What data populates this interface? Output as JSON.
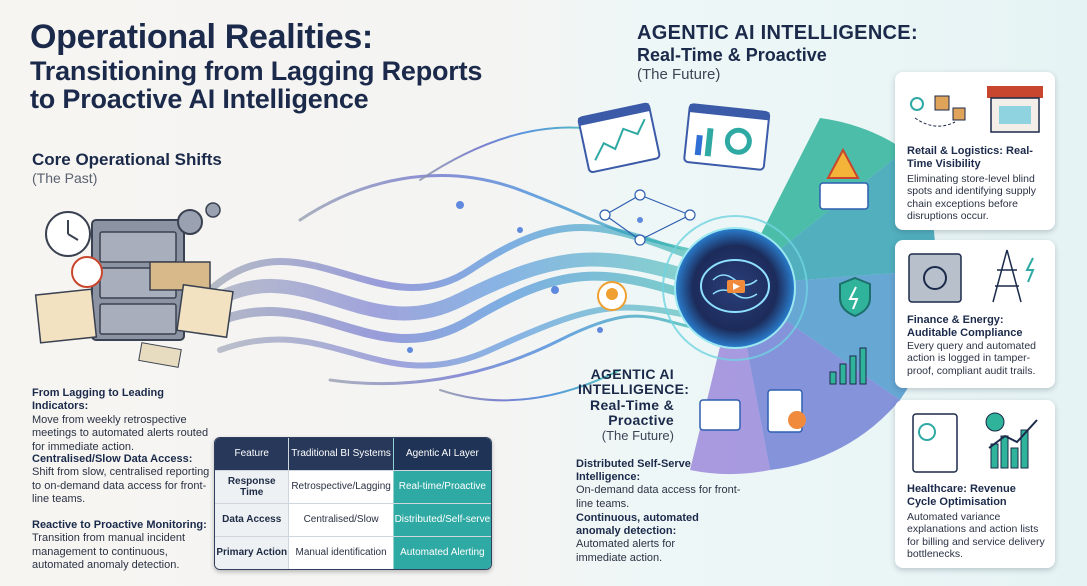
{
  "title": {
    "line1": "Operational Realities:",
    "line2": "Transitioning from Lagging Reports",
    "line3": "to Proactive AI Intelligence"
  },
  "core": {
    "heading": "Core Operational Shifts",
    "sub": "(The Past)"
  },
  "left_blocks": [
    {
      "title": "From Lagging to Leading Indicators:",
      "body": "Move from weekly retrospective meetings to automated alerts routed for immediate action."
    },
    {
      "title": "Centralised/Slow Data Access:",
      "body": "Shift from slow, centralised reporting to on-demand data access for front-line teams."
    },
    {
      "title": "Reactive to Proactive Monitoring:",
      "body": "Transition from manual incident management to continuous, automated anomaly detection."
    }
  ],
  "table": {
    "headers": [
      "Feature",
      "Traditional BI Systems",
      "Agentic AI Layer"
    ],
    "rows": [
      [
        "Response Time",
        "Retrospective/Lagging",
        "Real-time/Proactive"
      ],
      [
        "Data Access",
        "Centralised/Slow",
        "Distributed/Self-serve"
      ],
      [
        "Primary Action",
        "Manual identification",
        "Automated Alerting"
      ]
    ]
  },
  "right_header": {
    "line1": "AGENTIC AI INTELLIGENCE:",
    "line2": "Real-Time & Proactive",
    "line3": "(The Future)"
  },
  "mid_header": {
    "line1": "AGENTIC AI",
    "line2": "INTELLIGENCE:",
    "line3": "Real-Time &",
    "line4": "Proactive",
    "line5": "(The Future)"
  },
  "mid_blocks": [
    {
      "title": "Distributed Self-Serve Intelligence:",
      "body": "On-demand data access for front-line teams."
    },
    {
      "title": "Continuous, automated anomaly detection:",
      "body": "Automated alerts for immediate action."
    }
  ],
  "cards": [
    {
      "title": "Retail & Logistics: Real-Time Visibility",
      "body": "Eliminating store-level blind spots and identifying supply chain exceptions before disruptions occur."
    },
    {
      "title": "Finance & Energy: Auditable Compliance",
      "body": "Every query and automated action is logged in tamper-proof, compliant audit trails."
    },
    {
      "title": "Healthcare: Revenue Cycle Optimisation",
      "body": "Automated variance explanations and action lists for billing and service delivery bottlenecks."
    }
  ],
  "colors": {
    "navy": "#1b2a4a",
    "teal": "#2fa9a3",
    "purple": "#6a4fc4",
    "blue": "#2f6fd6"
  }
}
